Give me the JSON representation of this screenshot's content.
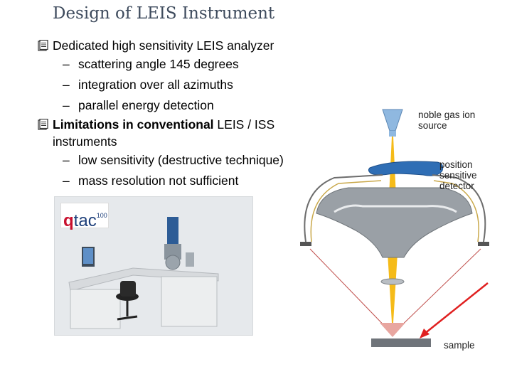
{
  "slide": {
    "title": "Design of LEIS Instrument",
    "bullets": [
      {
        "text_plain": "Dedicated high sensitivity LEIS analyzer",
        "subs": [
          "scattering angle 145 degrees",
          "integration over all azimuths",
          "parallel energy detection"
        ]
      },
      {
        "text_bold": "Limitations in conventional",
        "text_plain": " LEIS / ISS instruments",
        "subs": [
          "low sensitivity (destructive technique)",
          "mass resolution not sufficient"
        ]
      }
    ],
    "sub_marker": "–",
    "bullet_icon": "notepad-icon"
  },
  "photo": {
    "logo_q": "q",
    "logo_tac": "tac",
    "logo_sup": "100"
  },
  "diagram": {
    "labels": {
      "source_line1": "noble gas ion",
      "source_line2": "source",
      "detector_line1": "position",
      "detector_line2": "sensitive",
      "detector_line3": "detector",
      "sample": "sample"
    },
    "colors": {
      "beam": "#f4b400",
      "detector": "#2f6eb5",
      "analyzer": "#9aa0a6",
      "arrow": "#e02020",
      "scatter_cone": "#e8a6a0"
    }
  }
}
